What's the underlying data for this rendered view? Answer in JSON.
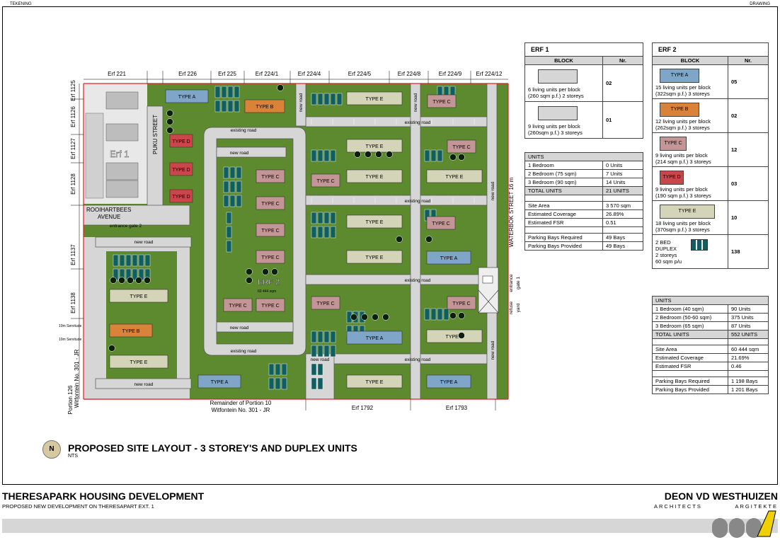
{
  "corners": {
    "left": "TEKENING",
    "right": "DRAWING"
  },
  "erf_labels": {
    "top": [
      "Erf 221",
      "Erf 226",
      "Erf 225",
      "Erf 224/1",
      "Erf 224/4",
      "Erf 224/5",
      "Erf 224/8",
      "Erf 224/9",
      "Erf 224/12"
    ],
    "left": [
      "Erf 1125",
      "Erf 1126",
      "Erf 1127",
      "Erf 1128",
      "Erf 1137",
      "Erf 1138"
    ],
    "bottom": [
      "Remainder of Portion 10",
      "Witfontein No. 301 - JR",
      "Erf 1792",
      "Erf 1793"
    ],
    "portion": [
      "Portion 126",
      "Witfontein No. 301 - JR"
    ],
    "serv1": "10m Servitude",
    "serv2": "10m Servitude",
    "erf1": "Erf 1",
    "erf2": "ERF 2",
    "erf2_sub": "60 444 sqm"
  },
  "streets": {
    "puku": "PUKU STREET",
    "rooi1": "ROOIHARTBEES",
    "rooi2": "AVENUE",
    "waterbok": "WATERBOK STREET 16 m",
    "gate2": "entrance gate 2",
    "gate1_a": "entrance",
    "gate1_b": "gate 1",
    "refuse_a": "refuse",
    "refuse_b": "yard"
  },
  "roads": {
    "existing": "existing road",
    "new": "new road"
  },
  "blocks": {
    "a": "TYPE A",
    "b": "TYPE B",
    "c": "TYPE C",
    "d": "TYPE D",
    "e": "TYPE E"
  },
  "colors": {
    "a": "#7fa6c9",
    "b": "#d9823a",
    "c": "#c49596",
    "d": "#c9474b",
    "e": "#d4d4b8",
    "grass": "#5d8a2e",
    "duplex": "#0f5e60",
    "road": "#d6d6d6",
    "boundary": "#e0202a"
  },
  "erf1_table": {
    "title": "ERF 1",
    "col_block": "BLOCK",
    "col_nr": "Nr.",
    "rows": [
      {
        "desc1": "6 living units per block",
        "desc2": "(260 sqm p.f.) 2 storeys",
        "nr": "02"
      },
      {
        "desc1": "9 living units per block",
        "desc2": "(260sqm p.f.) 3 storeys",
        "nr": "01"
      }
    ],
    "units_hdr": "UNITS",
    "units": [
      [
        "1 Bedroom",
        "0 Units"
      ],
      [
        "2 Bedroom (75 sqm)",
        "7 Units"
      ],
      [
        "3 Bedroom (90 sqm)",
        "14 Units"
      ]
    ],
    "total": [
      "TOTAL UNITS",
      "21 UNITS"
    ],
    "stats": [
      [
        "Site Area",
        "3 570 sqm"
      ],
      [
        "Estimated Coverage",
        "26.89%"
      ],
      [
        "Estimated FSR",
        "0.51"
      ]
    ],
    "parking": [
      [
        "Parking Bays Required",
        "49 Bays"
      ],
      [
        "Parking Bays Provided",
        "49 Bays"
      ]
    ]
  },
  "erf2_table": {
    "title": "ERF 2",
    "col_block": "BLOCK",
    "col_nr": "Nr.",
    "rows": [
      {
        "type": "TYPE A",
        "desc1": "15 living units per block",
        "desc2": "(322sqm p.f.) 3 storeys",
        "nr": "05"
      },
      {
        "type": "TYPE B",
        "desc1": "12 living units per block",
        "desc2": "(262sqm p.f.) 3 storeys",
        "nr": "02"
      },
      {
        "type": "TYPE C",
        "desc1": "9 living units per block",
        "desc2": "(214 sqm p.f.) 3 storeys",
        "nr": "12"
      },
      {
        "type": "TYPE D",
        "desc1": "9 living units per block",
        "desc2": "(190 sqm p.f.) 3 storeys",
        "nr": "03"
      },
      {
        "type": "TYPE E",
        "desc1": "18 living units per block",
        "desc2": "(370sqm p.f.) 3 storeys",
        "nr": "10"
      }
    ],
    "duplex": {
      "l1": "2 BED",
      "l2": "DUPLEX",
      "l3": "2 storeys",
      "l4": "60 sqm p/u",
      "nr": "138"
    },
    "units_hdr": "UNITS",
    "units": [
      [
        "1 Bedroom (40 sqm)",
        "90 Units"
      ],
      [
        "2 Bedroom (50-60 sqm)",
        "375 Units"
      ],
      [
        "3 Bedroom (65 sqm)",
        "87 Units"
      ]
    ],
    "total": [
      "TOTAL UNITS",
      "552 UNITS"
    ],
    "stats": [
      [
        "Site Area",
        "60 444 sqm"
      ],
      [
        "Estimated Coverage",
        "21.69%"
      ],
      [
        "Estimated FSR",
        "0.46"
      ]
    ],
    "parking": [
      [
        "Parking Bays Required",
        "1 198 Bays"
      ],
      [
        "Parking Bays Provided",
        "1 201 Bays"
      ]
    ]
  },
  "plan_title": "PROPOSED SITE LAYOUT - 3 STOREY'S AND DUPLEX UNITS",
  "plan_scale": "NTS",
  "north": "N",
  "project_title": "THERESAPARK HOUSING DEVELOPMENT",
  "project_sub": "PROPOSED NEW DEVELOPMENT ON THERESAPART EXT. 1",
  "firm_name": "DEON VD WESTHUIZEN",
  "firm_en": "ARCHITECTS",
  "firm_af": "ARGITEKTE"
}
